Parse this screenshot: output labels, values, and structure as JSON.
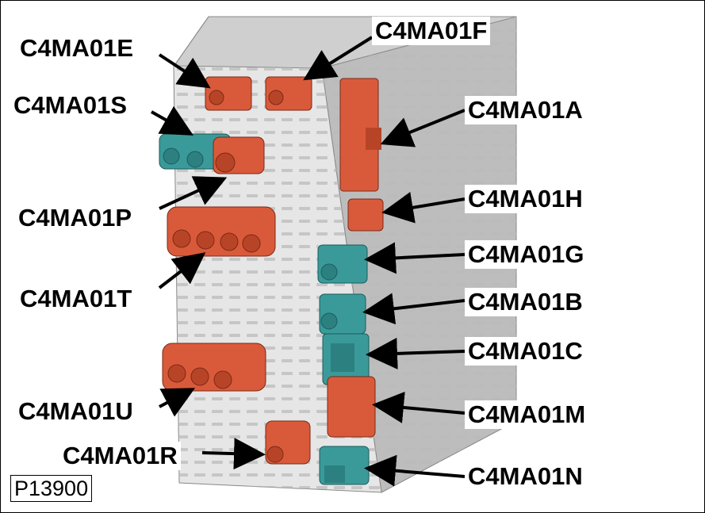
{
  "colors": {
    "red_connector": "#d95a3a",
    "teal_connector": "#3a9a9a",
    "housing": "#d8d8d8",
    "label_text": "#000000"
  },
  "labels": {
    "C4MA01E": "C4MA01E",
    "C4MA01F": "C4MA01F",
    "C4MA01S": "C4MA01S",
    "C4MA01A": "C4MA01A",
    "C4MA01P": "C4MA01P",
    "C4MA01H": "C4MA01H",
    "C4MA01G": "C4MA01G",
    "C4MA01T": "C4MA01T",
    "C4MA01B": "C4MA01B",
    "C4MA01C": "C4MA01C",
    "C4MA01U": "C4MA01U",
    "C4MA01M": "C4MA01M",
    "C4MA01R": "C4MA01R",
    "C4MA01N": "C4MA01N"
  },
  "figure_id": "P13900"
}
